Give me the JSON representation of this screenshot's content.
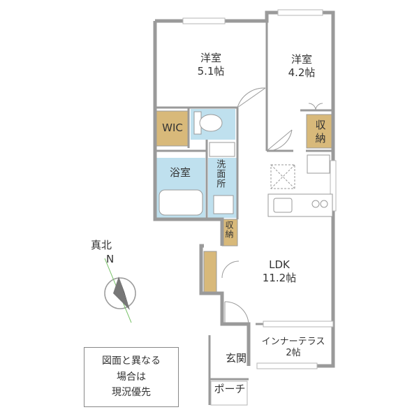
{
  "rooms": {
    "west_bedroom": {
      "name": "洋室",
      "size": "5.1帖"
    },
    "east_bedroom": {
      "name": "洋室",
      "size": "4.2帖"
    },
    "wic": "WIC",
    "storage_east": "収納",
    "bath": "浴室",
    "washroom": "洗面所",
    "storage_mid": "収納",
    "ldk": {
      "name": "LDK",
      "size": "11.2帖"
    },
    "inner_terrace": {
      "name": "インナーテラス",
      "size": "2帖"
    },
    "entrance": "玄関",
    "porch": "ポーチ"
  },
  "compass": {
    "label": "真北",
    "letter": "N"
  },
  "notice": {
    "line1": "図面と異なる",
    "line2": "場合は",
    "line3": "現況優先"
  },
  "colors": {
    "wall": "#9a9a9a",
    "fixture": "#d8b97a",
    "water": "#bfe0ee",
    "window": "#b5b5b5"
  }
}
